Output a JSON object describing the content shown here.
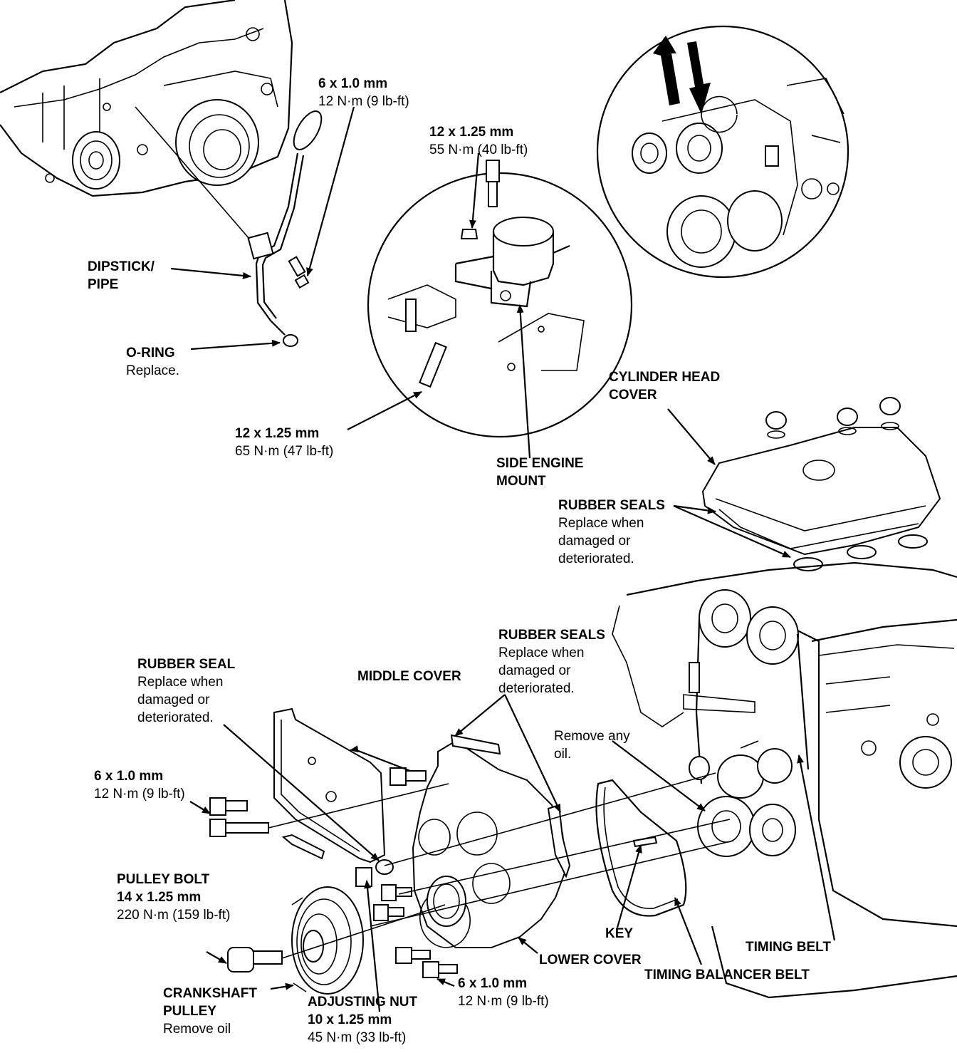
{
  "callouts": {
    "bolt_6x1_top": {
      "size": "6 x 1.0 mm",
      "torque": "12 N·m (9 lb-ft)"
    },
    "bolt_12x125_mount_top": {
      "size": "12 x 1.25 mm",
      "torque": "55 N·m (40 lb-ft)"
    },
    "dipstick": {
      "line1": "DIPSTICK/",
      "line2": "PIPE"
    },
    "oring": {
      "name": "O-RING",
      "note": "Replace."
    },
    "bolt_12x125_mount_bottom": {
      "size": "12 x 1.25 mm",
      "torque": "65 N·m (47 lb-ft)"
    },
    "side_engine_mount": {
      "line1": "SIDE ENGINE",
      "line2": "MOUNT"
    },
    "cylinder_head_cover": {
      "line1": "CYLINDER HEAD",
      "line2": "COVER"
    },
    "rubber_seals_upper": {
      "name": "RUBBER SEALS",
      "note1": "Replace when",
      "note2": "damaged or",
      "note3": "deteriorated."
    },
    "rubber_seals_lower": {
      "name": "RUBBER SEALS",
      "note1": "Replace when",
      "note2": "damaged or",
      "note3": "deteriorated."
    },
    "rubber_seal": {
      "name": "RUBBER SEAL",
      "note1": "Replace when",
      "note2": "damaged or",
      "note3": "deteriorated."
    },
    "middle_cover": {
      "name": "MIDDLE COVER"
    },
    "remove_oil": {
      "line1": "Remove any",
      "line2": "oil."
    },
    "bolt_6x1_left": {
      "size": "6 x 1.0 mm",
      "torque": "12 N·m (9 lb-ft)"
    },
    "pulley_bolt": {
      "name": "PULLEY BOLT",
      "size": "14 x 1.25 mm",
      "torque": "220 N·m (159 lb-ft)"
    },
    "crankshaft_pulley": {
      "line1": "CRANKSHAFT",
      "line2": "PULLEY",
      "note": "Remove oil"
    },
    "adjusting_nut": {
      "name": "ADJUSTING NUT",
      "size": "10 x 1.25 mm",
      "torque": "45 N·m (33 lb-ft)"
    },
    "bolt_6x1_bottom": {
      "size": "6 x 1.0 mm",
      "torque": "12 N·m (9 lb-ft)"
    },
    "lower_cover": {
      "name": "LOWER COVER"
    },
    "key": {
      "name": "KEY"
    },
    "timing_belt": {
      "name": "TIMING BELT"
    },
    "timing_balancer_belt": {
      "name": "TIMING BALANCER BELT"
    }
  }
}
